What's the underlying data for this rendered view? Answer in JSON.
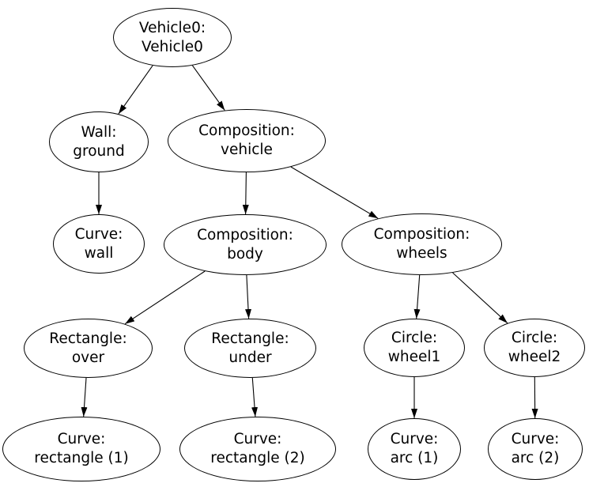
{
  "diagram": {
    "colors": {
      "background": "#ffffff",
      "stroke": "#000000",
      "text": "#000000"
    },
    "nodes": {
      "vehicle0": {
        "line1": "Vehicle0:",
        "line2": "Vehicle0"
      },
      "wall_ground": {
        "line1": "Wall:",
        "line2": "ground"
      },
      "composition_vehicle": {
        "line1": "Composition:",
        "line2": "vehicle"
      },
      "curve_wall": {
        "line1": "Curve:",
        "line2": "wall"
      },
      "composition_body": {
        "line1": "Composition:",
        "line2": "body"
      },
      "composition_wheels": {
        "line1": "Composition:",
        "line2": "wheels"
      },
      "rectangle_over": {
        "line1": "Rectangle:",
        "line2": "over"
      },
      "rectangle_under": {
        "line1": "Rectangle:",
        "line2": "under"
      },
      "circle_wheel1": {
        "line1": "Circle:",
        "line2": "wheel1"
      },
      "circle_wheel2": {
        "line1": "Circle:",
        "line2": "wheel2"
      },
      "curve_rectangle_1": {
        "line1": "Curve:",
        "line2": "rectangle (1)"
      },
      "curve_rectangle_2": {
        "line1": "Curve:",
        "line2": "rectangle (2)"
      },
      "curve_arc_1": {
        "line1": "Curve:",
        "line2": "arc (1)"
      },
      "curve_arc_2": {
        "line1": "Curve:",
        "line2": "arc (2)"
      }
    },
    "edges": [
      {
        "from": "vehicle0",
        "to": "wall_ground"
      },
      {
        "from": "vehicle0",
        "to": "composition_vehicle"
      },
      {
        "from": "wall_ground",
        "to": "curve_wall"
      },
      {
        "from": "composition_vehicle",
        "to": "composition_body"
      },
      {
        "from": "composition_vehicle",
        "to": "composition_wheels"
      },
      {
        "from": "composition_body",
        "to": "rectangle_over"
      },
      {
        "from": "composition_body",
        "to": "rectangle_under"
      },
      {
        "from": "composition_wheels",
        "to": "circle_wheel1"
      },
      {
        "from": "composition_wheels",
        "to": "circle_wheel2"
      },
      {
        "from": "rectangle_over",
        "to": "curve_rectangle_1"
      },
      {
        "from": "rectangle_under",
        "to": "curve_rectangle_2"
      },
      {
        "from": "circle_wheel1",
        "to": "curve_arc_1"
      },
      {
        "from": "circle_wheel2",
        "to": "curve_arc_2"
      }
    ]
  }
}
